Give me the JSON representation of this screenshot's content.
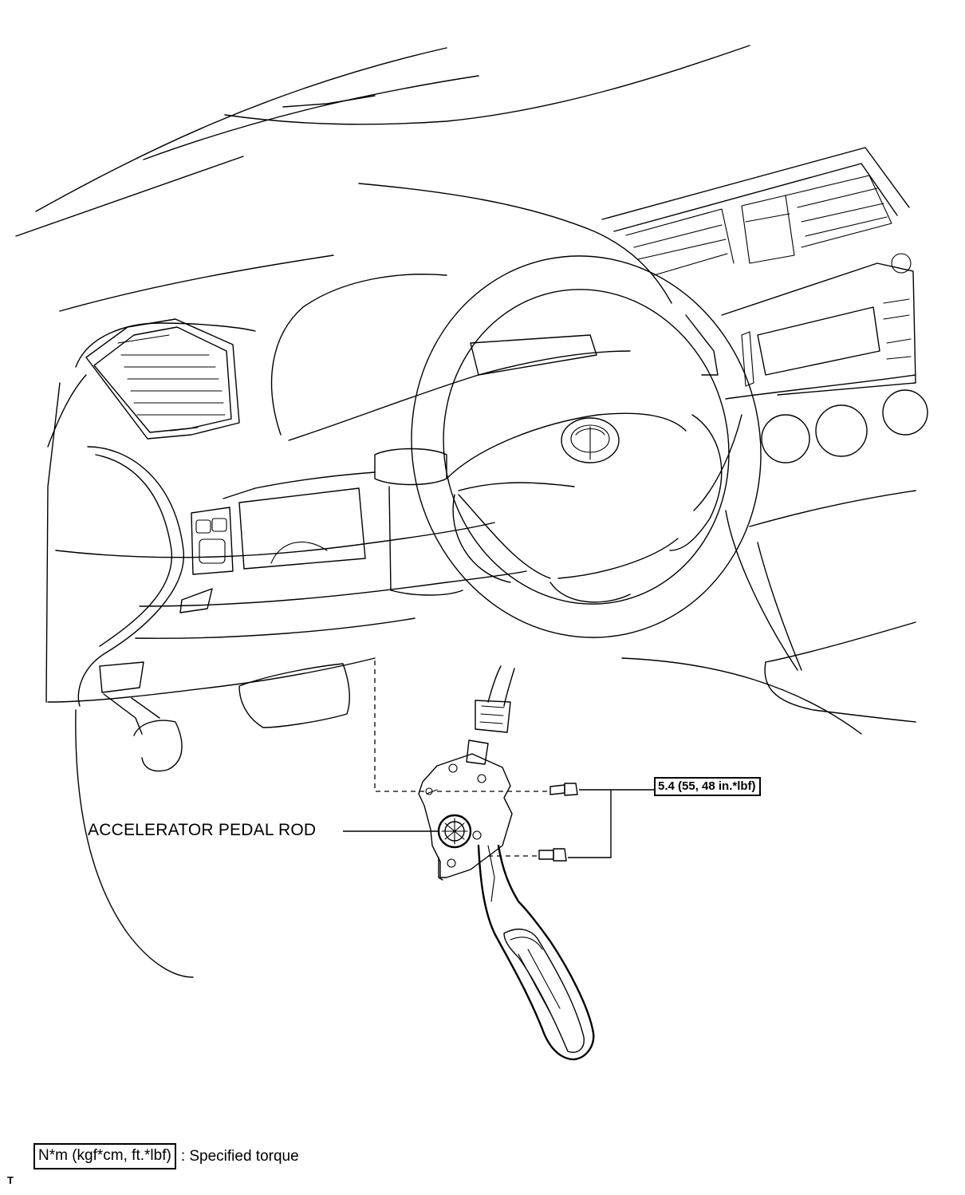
{
  "figure": {
    "component_label": "ACCELERATOR PEDAL ROD",
    "torque_callout": "5.4 (55, 48 in.*lbf)",
    "legend": {
      "unit_box": "N*m (kgf*cm, ft.*lbf)",
      "description": ": Specified torque"
    },
    "corner_tag": "T"
  }
}
